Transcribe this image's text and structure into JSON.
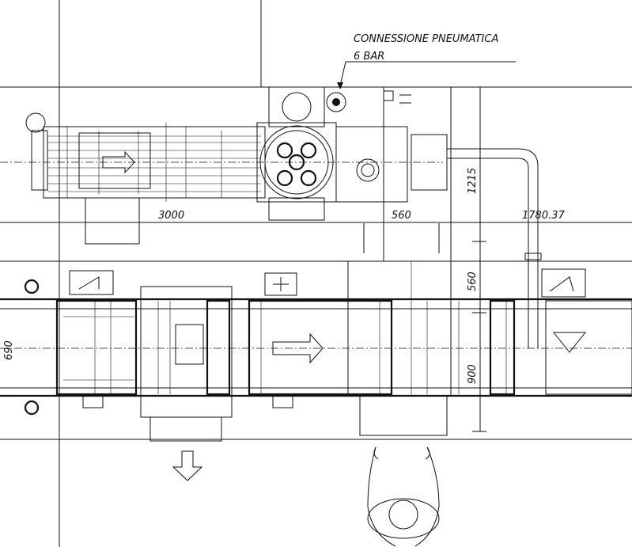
{
  "annotation": {
    "title": "CONNESSIONE PNEUMATICA",
    "subtitle": "6 BAR"
  },
  "dimensions": {
    "top_length": "3000",
    "top_gap": "560",
    "pipe_length": "1780.37",
    "vertical_top": "1215",
    "vertical_mid": "560",
    "vertical_bottom": "900",
    "conveyor_width": "690"
  }
}
